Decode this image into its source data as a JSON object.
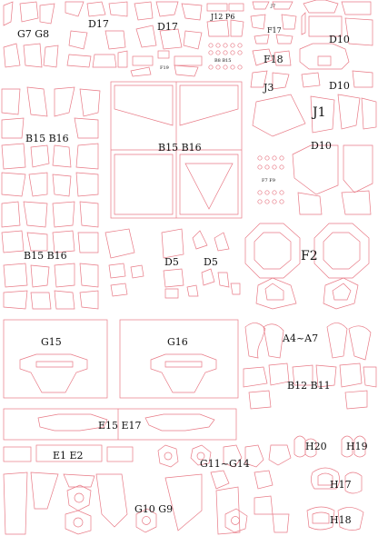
{
  "labels": {
    "d17_left": "D17",
    "g7_g8": "G7 G8",
    "d17_right": "D17",
    "j12_p6": "J12 P6",
    "j7": "J7",
    "f17": "F17",
    "d10_top": "D10",
    "b8_b15": "B8 B15",
    "f19": "F19",
    "f18": "F18",
    "d10_mid": "D10",
    "j3": "J3",
    "j1": "J1",
    "b15_b16_a": "B15 B16",
    "b15_b16_b": "B15 B16",
    "d10_low": "D10",
    "f7_f9": "F7 F9",
    "b15_b16_c": "B15 B16",
    "d5_a": "D5",
    "d5_b": "D5",
    "f2": "F2",
    "g15": "G15",
    "g16": "G16",
    "a4_a7": "A4~A7",
    "b12_b11": "B12 B11",
    "e15_e17": "E15 E17",
    "e1_e2": "E1 E2",
    "h20": "H20",
    "h19": "H19",
    "g11_g14": "G11~G14",
    "h17": "H17",
    "g10_g9": "G10 G9",
    "h18": "H18"
  },
  "colors": {
    "cut_line": "#e87a86",
    "label_text": "#111111",
    "background": "#ffffff"
  }
}
